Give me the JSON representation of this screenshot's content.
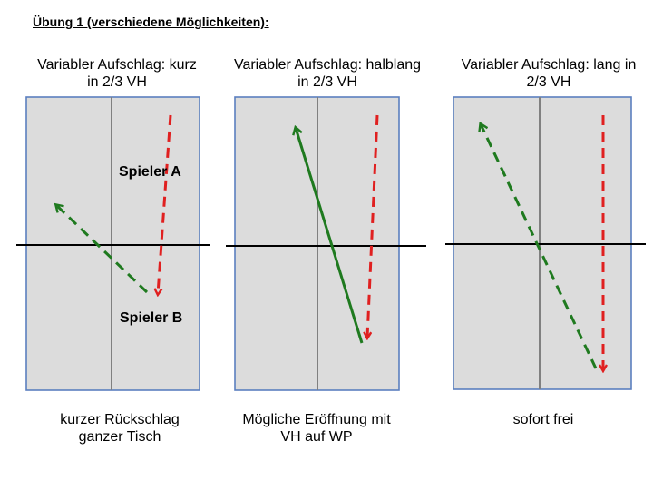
{
  "heading": "Übung 1 (verschiedene Möglichkeiten):",
  "columns": [
    {
      "title_line1": "Variabler Aufschlag: kurz",
      "title_line2": "in 2/3 VH",
      "caption_line1": "kurzer Rückschlag",
      "caption_line2": "ganzer Tisch"
    },
    {
      "title_line1": "Variabler Aufschlag: halblang",
      "title_line2": "in 2/3 VH",
      "caption_line1": "Mögliche Eröffnung mit",
      "caption_line2": "VH auf WP"
    },
    {
      "title_line1": "Variabler Aufschlag: lang in",
      "title_line2": "2/3 VH",
      "caption_line1": "sofort frei",
      "caption_line2": ""
    }
  ],
  "players": {
    "a": "Spieler A",
    "b": "Spieler B"
  },
  "colors": {
    "table_fill": "#dcdcdc",
    "table_border": "#5b7fbf",
    "center_line": "#808080",
    "net": "#000000",
    "serve_arrow": "#e02020",
    "return_arrow": "#1f7a1f"
  }
}
